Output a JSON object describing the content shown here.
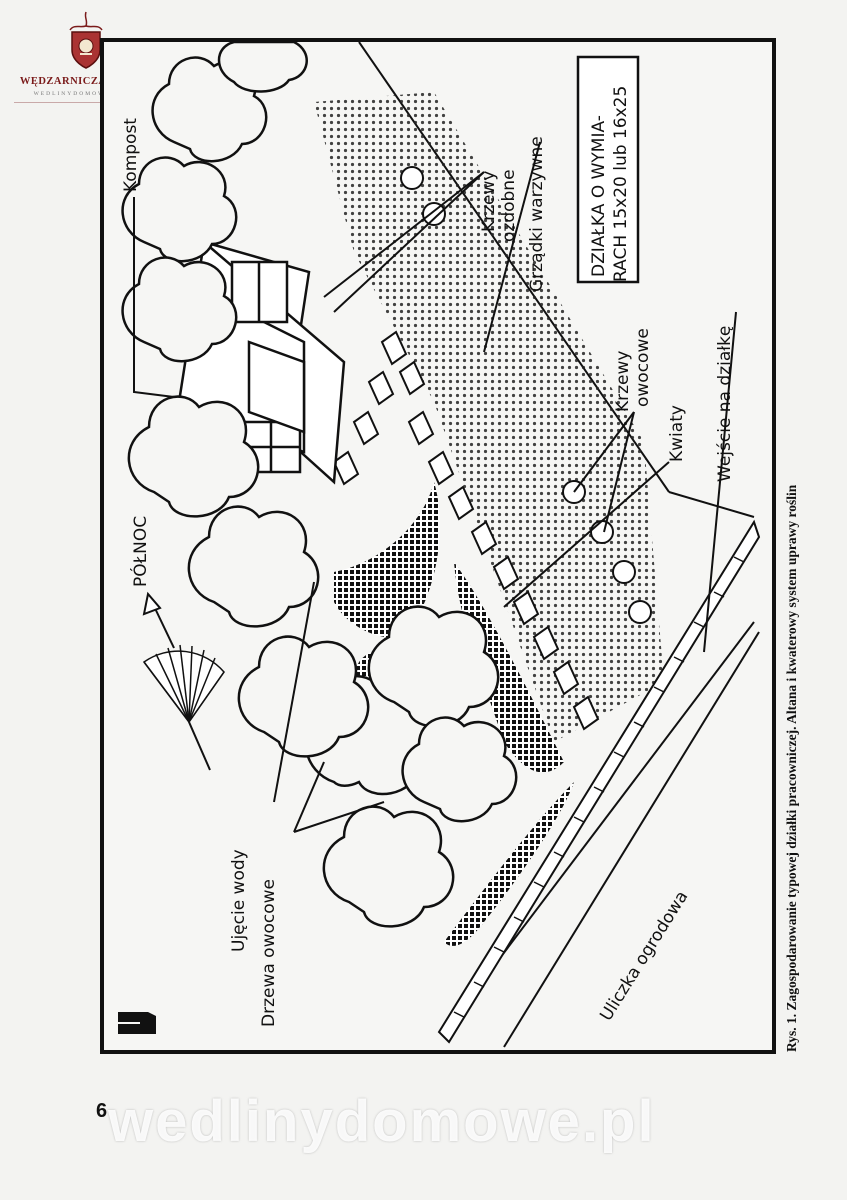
{
  "logo": {
    "name": "WĘDZARNICZABRAĆ",
    "subtitle": "WEDLINYDOMOWE.PL",
    "icon": "shield-crest-icon",
    "color": "#7a1a1a"
  },
  "figure": {
    "number": "1",
    "labels": {
      "kompost": "Kompost",
      "krzewy_ozdobne_1": "Krzewy",
      "krzewy_ozdobne_2": "ozdobne",
      "grzadki": "Grządki warzywne",
      "dzialka_1": "DZIAŁKA O WYMIA-",
      "dzialka_2": "RACH 15x20 lub 16x25",
      "polnoc": "PÓŁNOC",
      "krzewy_owocowe_1": "Krzewy",
      "krzewy_owocowe_2": "owocowe",
      "kwiaty": "Kwiaty",
      "wejscie": "Wejście na działkę",
      "ujecie": "Ujęcie wody",
      "drzewa": "Drzewa owocowe",
      "uliczka": "Uliczka ogrodowa"
    }
  },
  "caption": "Rys. 1. Zagospodarowanie typowej działki pracowniczej. Altana i kwaterowy system uprawy roślin",
  "page_number": "6",
  "watermark": "wedlinydomowe.pl"
}
